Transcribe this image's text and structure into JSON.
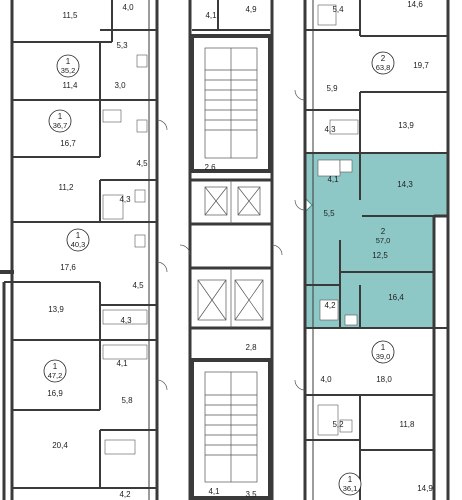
{
  "colors": {
    "wall": "#3a3a3a",
    "highlight_fill": "#8ec8c6",
    "highlight_stroke": "#3f8f8c",
    "background": "#ffffff"
  },
  "selected_apartment": {
    "rooms": "2",
    "area": "57,0"
  },
  "apartments": [
    {
      "id": "apt-35-2",
      "rooms": "1",
      "area": "35,2"
    },
    {
      "id": "apt-36-7",
      "rooms": "1",
      "area": "36,7"
    },
    {
      "id": "apt-40-3",
      "rooms": "1",
      "area": "40,3"
    },
    {
      "id": "apt-47-2",
      "rooms": "1",
      "area": "47,2"
    },
    {
      "id": "apt-63-8",
      "rooms": "2",
      "area": "63,8"
    },
    {
      "id": "apt-57-0",
      "rooms": "2",
      "area": "57,0"
    },
    {
      "id": "apt-39-0",
      "rooms": "1",
      "area": "39,0"
    },
    {
      "id": "apt-36-1",
      "rooms": "1",
      "area": "36,1"
    }
  ],
  "rooms": [
    "11,5",
    "4,0",
    "5,3",
    "11,4",
    "3,0",
    "16,7",
    "4,5",
    "11,2",
    "4,3",
    "17,6",
    "4,5",
    "13,9",
    "4,3",
    "4,1",
    "16,9",
    "5,8",
    "20,4",
    "4,2",
    "4,1",
    "4,9",
    "2,6",
    "2,8",
    "4,1",
    "3,5",
    "5,4",
    "14,6",
    "19,7",
    "5,9",
    "4,3",
    "13,9",
    "4,1",
    "14,3",
    "5,5",
    "12,5",
    "4,2",
    "16,4",
    "4,0",
    "18,0",
    "5,2",
    "11,8",
    "14,9"
  ]
}
